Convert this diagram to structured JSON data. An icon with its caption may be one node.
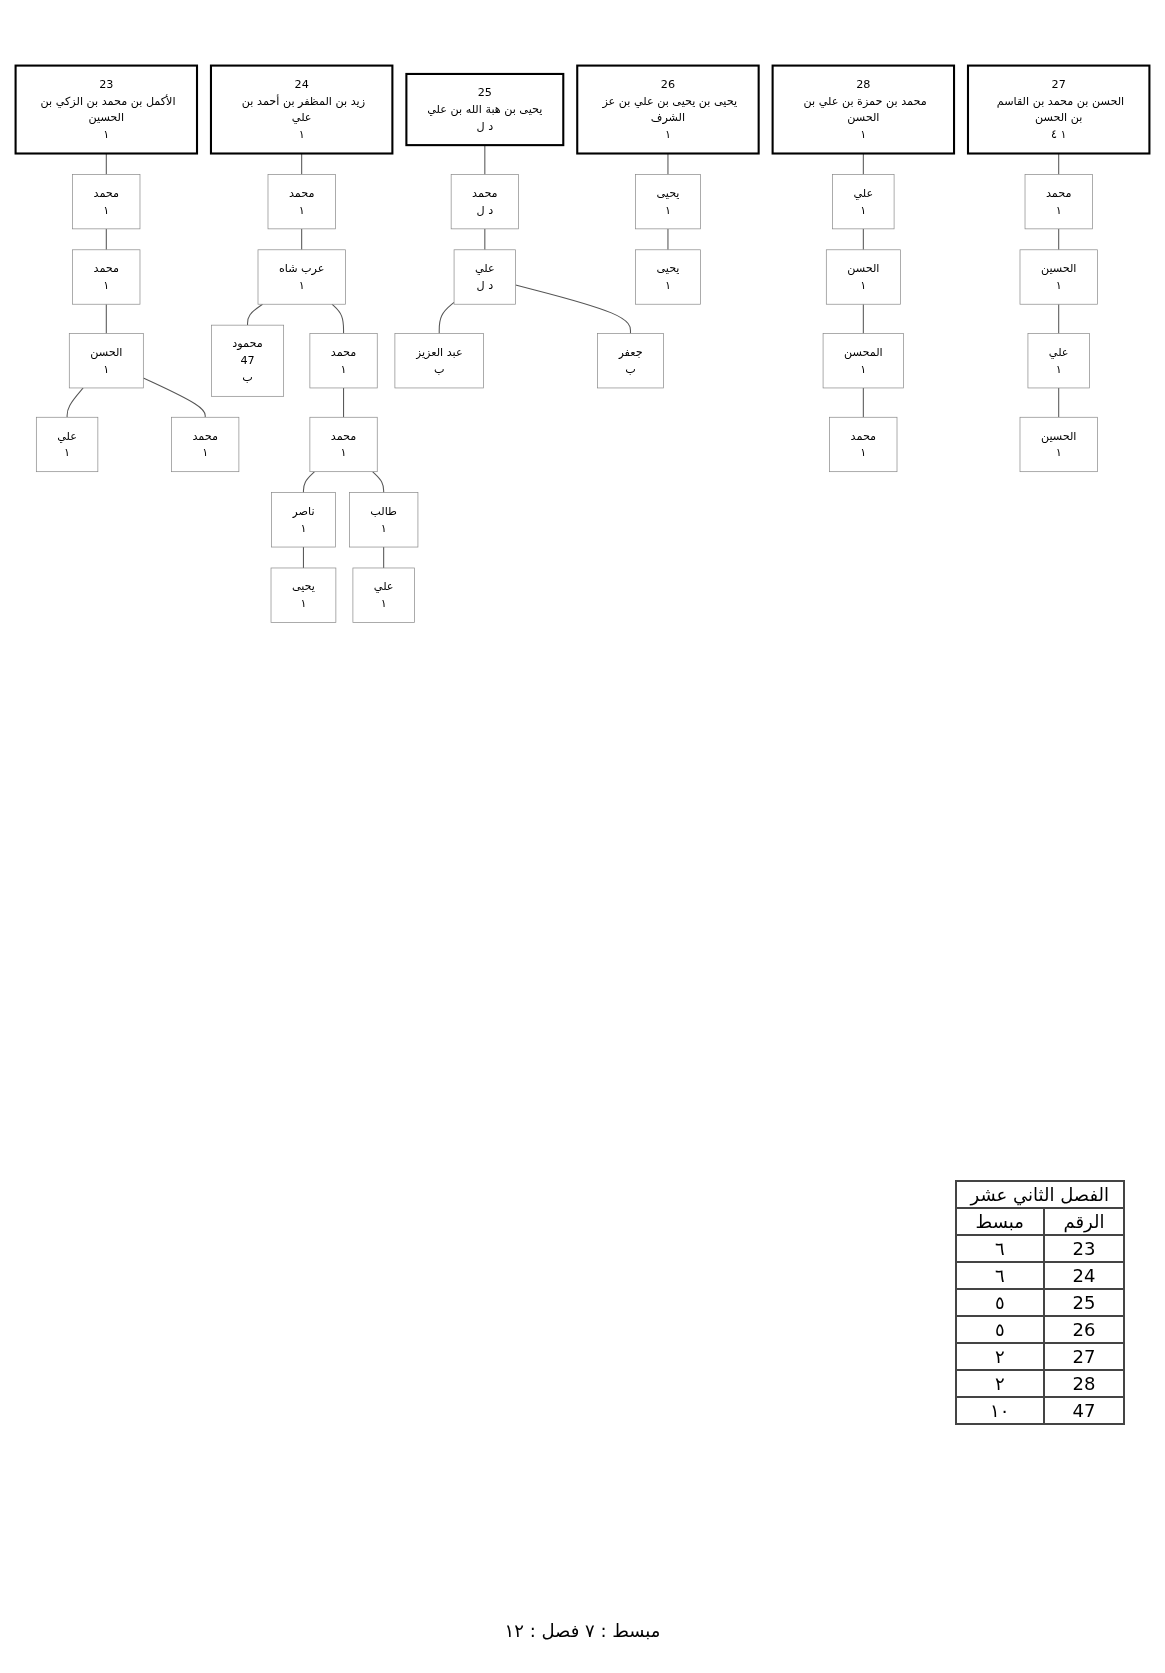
{
  "diagram": {
    "caption": "مبسط : ٧   فصل : ١٢",
    "nodes": [
      {
        "text": [
          "23",
          "الأكمل بن محمد بن الزكي بن الحسين",
          "١"
        ]
      },
      {
        "text": [
          "محمد",
          "١"
        ]
      },
      {
        "text": [
          "محمد",
          "١"
        ]
      },
      {
        "text": [
          "الحسن",
          "١"
        ]
      },
      {
        "text": [
          "علي",
          "١"
        ]
      },
      {
        "text": [
          "محمد",
          "١"
        ]
      },
      {
        "text": [
          "24",
          "زيد بن المظفر بن أحمد بن علي",
          "١"
        ]
      },
      {
        "text": [
          "محمد",
          "١"
        ]
      },
      {
        "text": [
          "عرب شاه",
          "١"
        ]
      },
      {
        "text": [
          "محمود",
          "47",
          "ب"
        ]
      },
      {
        "text": [
          "محمد",
          "١"
        ]
      },
      {
        "text": [
          "محمد",
          "١"
        ]
      },
      {
        "text": [
          "ناصر",
          "١"
        ]
      },
      {
        "text": [
          "طالب",
          "١"
        ]
      },
      {
        "text": [
          "يحيى",
          "١"
        ]
      },
      {
        "text": [
          "علي",
          "١"
        ]
      },
      {
        "text": [
          "25",
          "يحيى بن هبة الله بن علي",
          "د ل"
        ]
      },
      {
        "text": [
          "محمد",
          "د ل"
        ]
      },
      {
        "text": [
          "علي",
          "د ل"
        ]
      },
      {
        "text": [
          "عبد العزيز",
          "ب"
        ]
      },
      {
        "text": [
          "جعفر",
          "ب"
        ]
      },
      {
        "text": [
          "26",
          "يحيى بن يحيى بن علي بن عز الشرف",
          "١"
        ]
      },
      {
        "text": [
          "يحيى",
          "١"
        ]
      },
      {
        "text": [
          "يحيى",
          "١"
        ]
      },
      {
        "text": [
          "28",
          "محمد بن حمزة بن علي بن الحسن",
          "١"
        ]
      },
      {
        "text": [
          "علي",
          "١"
        ]
      },
      {
        "text": [
          "الحسن",
          "١"
        ]
      },
      {
        "text": [
          "المحسن",
          "١"
        ]
      },
      {
        "text": [
          "محمد",
          "١"
        ]
      },
      {
        "text": [
          "27",
          "الحسن بن محمد بن القاسم بن الحسن",
          "١ ٤"
        ]
      },
      {
        "text": [
          "محمد",
          "١"
        ]
      },
      {
        "text": [
          "الحسين",
          "١"
        ]
      },
      {
        "text": [
          "علي",
          "١"
        ]
      },
      {
        "text": [
          "الحسين",
          "١"
        ]
      }
    ],
    "edges": [
      {
        "from": 0,
        "to": 1,
        "arrow": "none"
      },
      {
        "from": 1,
        "to": 2,
        "arrow": "none"
      },
      {
        "from": 2,
        "to": 3,
        "arrow": "none"
      },
      {
        "from": 3,
        "to": 4,
        "arrow": "none"
      },
      {
        "from": 3,
        "to": 5,
        "arrow": "none"
      },
      {
        "from": 6,
        "to": 7,
        "arrow": "none"
      },
      {
        "from": 7,
        "to": 8,
        "arrow": "none"
      },
      {
        "from": 8,
        "to": 9,
        "arrow": "none"
      },
      {
        "from": 8,
        "to": 10,
        "arrow": "none"
      },
      {
        "from": 10,
        "to": 11,
        "arrow": "none"
      },
      {
        "from": 11,
        "to": 12,
        "arrow": "none"
      },
      {
        "from": 11,
        "to": 13,
        "arrow": "none"
      },
      {
        "from": 12,
        "to": 14,
        "arrow": "none"
      },
      {
        "from": 13,
        "to": 15,
        "arrow": "none"
      },
      {
        "from": 16,
        "to": 17,
        "arrow": "none"
      },
      {
        "from": 17,
        "to": 18,
        "arrow": "none"
      },
      {
        "from": 18,
        "to": 19,
        "arrow": "none"
      },
      {
        "from": 18,
        "to": 20,
        "arrow": "none"
      },
      {
        "from": 21,
        "to": 22,
        "arrow": "none"
      },
      {
        "from": 22,
        "to": 23,
        "arrow": "none"
      },
      {
        "from": 24,
        "to": 25,
        "arrow": "none"
      },
      {
        "from": 25,
        "to": 26,
        "arrow": "none"
      },
      {
        "from": 26,
        "to": 27,
        "arrow": "none"
      },
      {
        "from": 27,
        "to": 28,
        "arrow": "none"
      },
      {
        "from": 29,
        "to": 30,
        "arrow": "none"
      },
      {
        "from": 30,
        "to": 31,
        "arrow": "none"
      },
      {
        "from": 31,
        "to": 32,
        "arrow": "none"
      },
      {
        "from": 32,
        "to": 33,
        "arrow": "none"
      }
    ],
    "labels": [
      "الفصل الثاني عشر",
      "الرقم",
      "مبسط",
      "23",
      "٦",
      "24",
      "٦",
      "25",
      "٥",
      "26",
      "٥",
      "27",
      "٢",
      "28",
      "٢",
      "47",
      "١٠"
    ]
  }
}
